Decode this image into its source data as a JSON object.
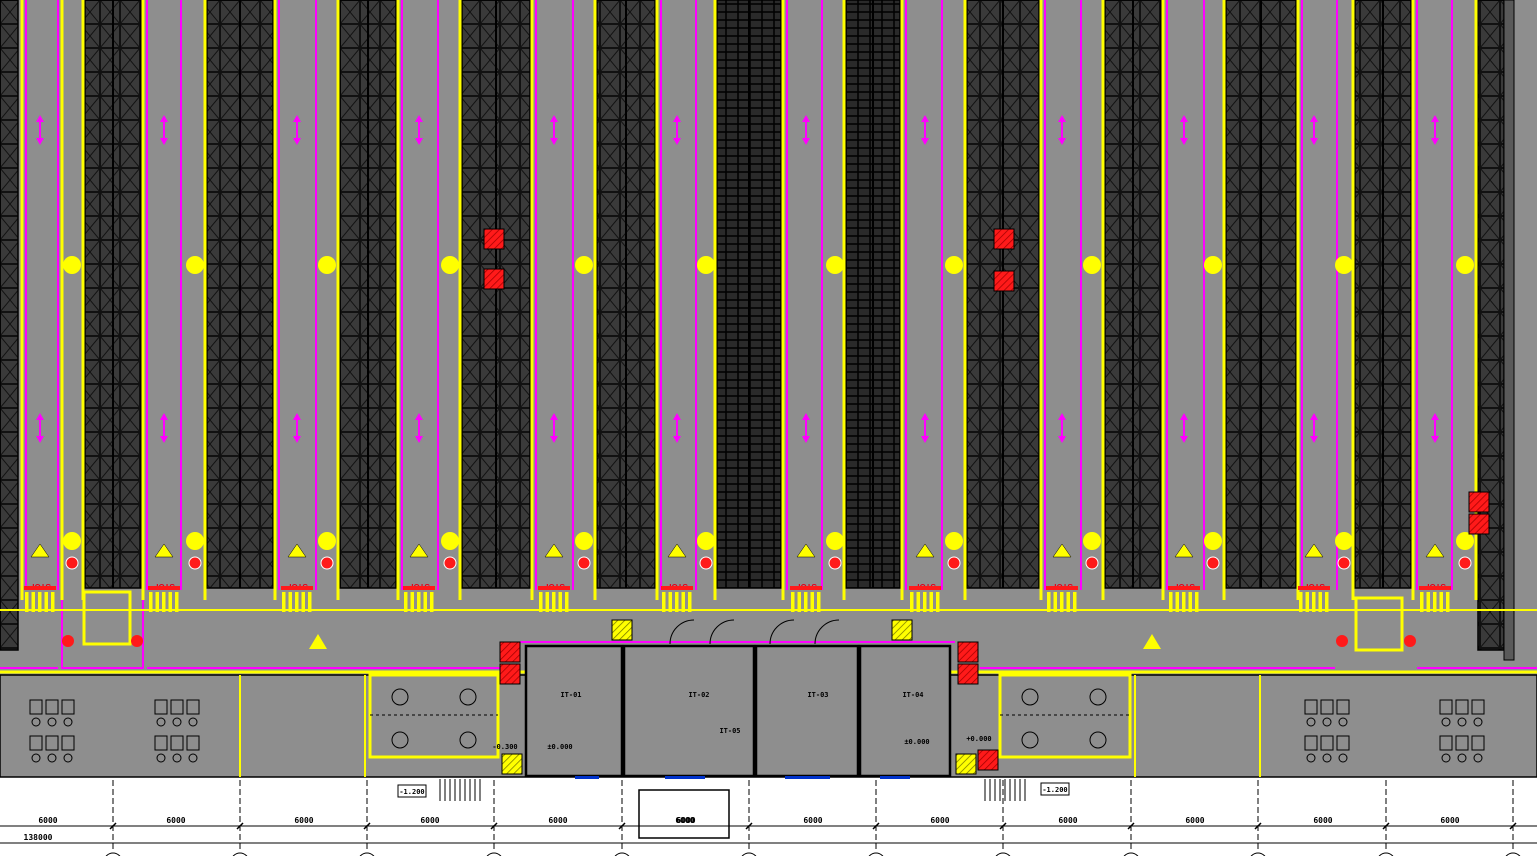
{
  "drawing": {
    "colors": {
      "floor": "#8e8e8e",
      "rack": "#3a3a3a",
      "rack_line": "#111111",
      "yellow": "#ffff00",
      "magenta": "#ff00ff",
      "red": "#ff1a1a",
      "white": "#ffffff",
      "black": "#000000"
    },
    "stop_label": "STOP",
    "elevations": {
      "main": "±0.000",
      "dock_left": "-1.200",
      "dock_right": "-1.200",
      "step_left": "-0.300",
      "step_right": "+0.000"
    },
    "rooms": {
      "room_a": "IT-01",
      "room_b": "IT-02",
      "room_c": "IT-03",
      "room_d": "IT-04",
      "room_e": "IT-05",
      "gate": "6000"
    },
    "dimensions": {
      "segments": [
        "6000",
        "6000",
        "6000",
        "6000",
        "6000",
        "6000",
        "6000",
        "6000",
        "6000",
        "6000",
        "6000",
        "6000"
      ],
      "total": "138000"
    }
  }
}
